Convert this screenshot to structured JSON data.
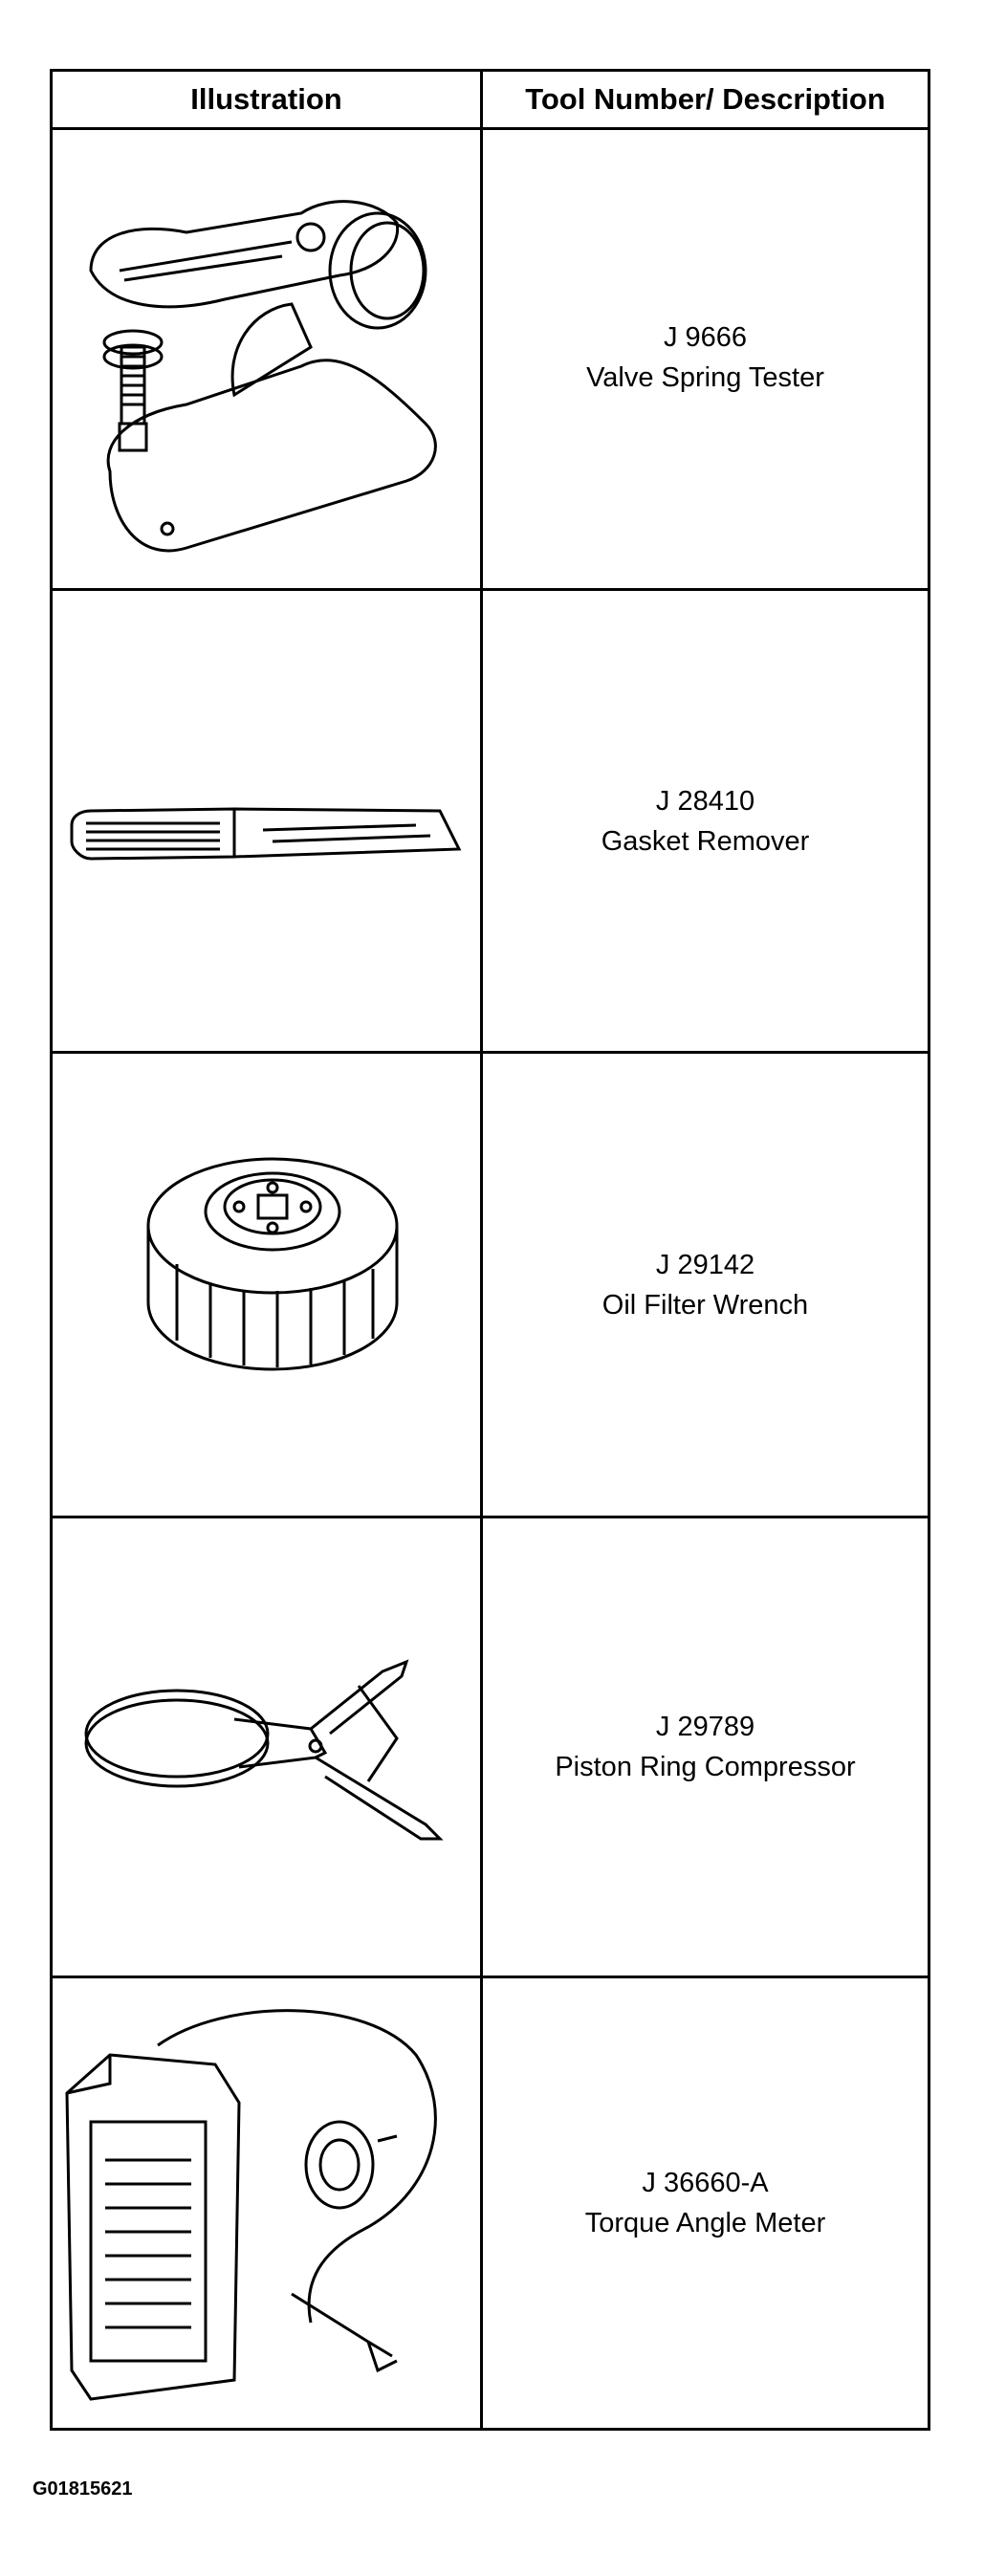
{
  "table": {
    "header": {
      "illustration": "Illustration",
      "description": "Tool Number/ Description"
    },
    "rows": [
      {
        "number": "J 9666",
        "name": "Valve Spring Tester",
        "icon": "valve-spring-tester-icon"
      },
      {
        "number": "J 28410",
        "name": "Gasket Remover",
        "icon": "gasket-remover-icon"
      },
      {
        "number": "J 29142",
        "name": "Oil Filter Wrench",
        "icon": "oil-filter-wrench-icon"
      },
      {
        "number": "J 29789",
        "name": "Piston Ring Compressor",
        "icon": "piston-ring-compressor-icon"
      },
      {
        "number": "J 36660-A",
        "name": "Torque Angle Meter",
        "icon": "torque-angle-meter-icon"
      }
    ]
  },
  "figure_id": "G01815621"
}
